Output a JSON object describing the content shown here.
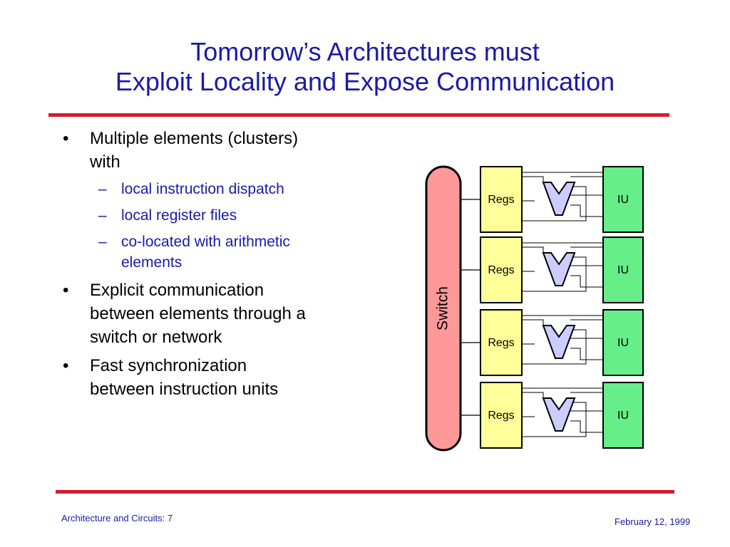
{
  "title": {
    "line1": "Tomorrow’s Architectures must",
    "line2": "Exploit Locality and Expose Communication"
  },
  "bullets": [
    {
      "mark": "•",
      "text_line1": "Multiple elements (clusters)",
      "text_line2": "with",
      "sub": [
        {
          "mark": "–",
          "text_line1": "local instruction dispatch",
          "text_line2": ""
        },
        {
          "mark": "–",
          "text_line1": "local register files",
          "text_line2": ""
        },
        {
          "mark": "–",
          "text_line1": "co-located with arithmetic",
          "text_line2": "elements"
        }
      ]
    },
    {
      "mark": "•",
      "text_line1": "Explicit communication",
      "text_line2": "between elements through a",
      "text_line3": "switch or network"
    },
    {
      "mark": "•",
      "text_line1": "Fast synchronization",
      "text_line2": "between instruction units"
    }
  ],
  "diagram": {
    "switch_label": "Switch",
    "rows": [
      {
        "regs_label": "Regs",
        "iu_label": "IU"
      },
      {
        "regs_label": "Regs",
        "iu_label": "IU"
      },
      {
        "regs_label": "Regs",
        "iu_label": "IU"
      },
      {
        "regs_label": "Regs",
        "iu_label": "IU"
      }
    ],
    "colors": {
      "switch_fill": "#ff9999",
      "regs_fill": "#ffff99",
      "iu_fill": "#66ee88",
      "mux_fill": "#ccccff",
      "outline": "#000000"
    }
  },
  "footer": {
    "left": "Architecture and Circuits: 7",
    "right": "February 12, 1999"
  },
  "colors": {
    "title": "#1a1aa6",
    "rule": "#d41c2c",
    "sub_bullet_text": "#1a1aa6"
  }
}
